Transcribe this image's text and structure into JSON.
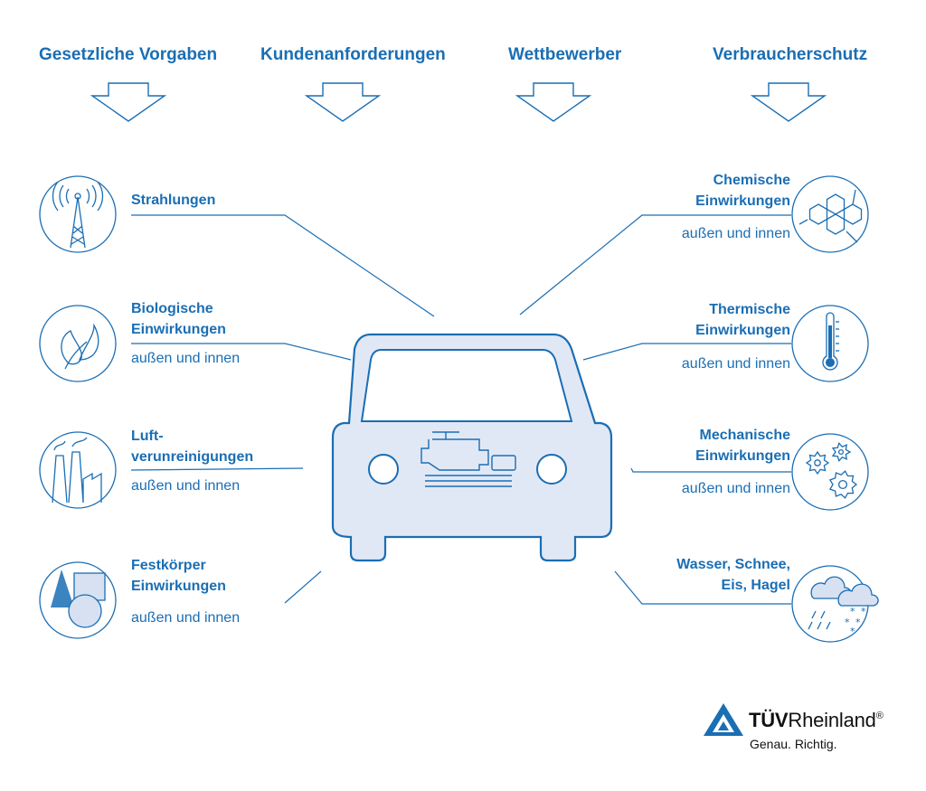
{
  "headers": [
    "Gesetzliche Vorgaben",
    "Kundenanforderungen",
    "Wettbewerber",
    "Verbraucherschutz"
  ],
  "left": [
    {
      "lines": [
        "Strahlungen"
      ],
      "sub": "",
      "icon": "radio-tower-icon"
    },
    {
      "lines": [
        "Biologische",
        "Einwirkungen"
      ],
      "sub": "außen und innen",
      "icon": "leaf-icon"
    },
    {
      "lines": [
        "Luft-",
        "verunreinigungen"
      ],
      "sub": "außen und innen",
      "icon": "factory-icon"
    },
    {
      "lines": [
        "Festkörper",
        "Einwirkungen"
      ],
      "sub": "außen und innen",
      "icon": "shapes-icon"
    }
  ],
  "right": [
    {
      "lines": [
        "Chemische",
        "Einwirkungen"
      ],
      "sub": "außen und innen",
      "icon": "molecule-icon"
    },
    {
      "lines": [
        "Thermische",
        "Einwirkungen"
      ],
      "sub": "außen und innen",
      "icon": "thermometer-icon"
    },
    {
      "lines": [
        "Mechanische",
        "Einwirkungen"
      ],
      "sub": "außen und innen",
      "icon": "gears-icon"
    },
    {
      "lines": [
        "Wasser, Schnee,",
        "Eis, Hagel"
      ],
      "sub": "",
      "icon": "weather-icon"
    }
  ],
  "brand": {
    "name_bold": "TÜV",
    "name_rest": "Rheinland",
    "reg": "®",
    "tagline": "Genau. Richtig."
  },
  "colors": {
    "primary": "#1a6eb4",
    "car_fill": "#e1e8f5",
    "icon_fill": "#d7e1f2"
  }
}
